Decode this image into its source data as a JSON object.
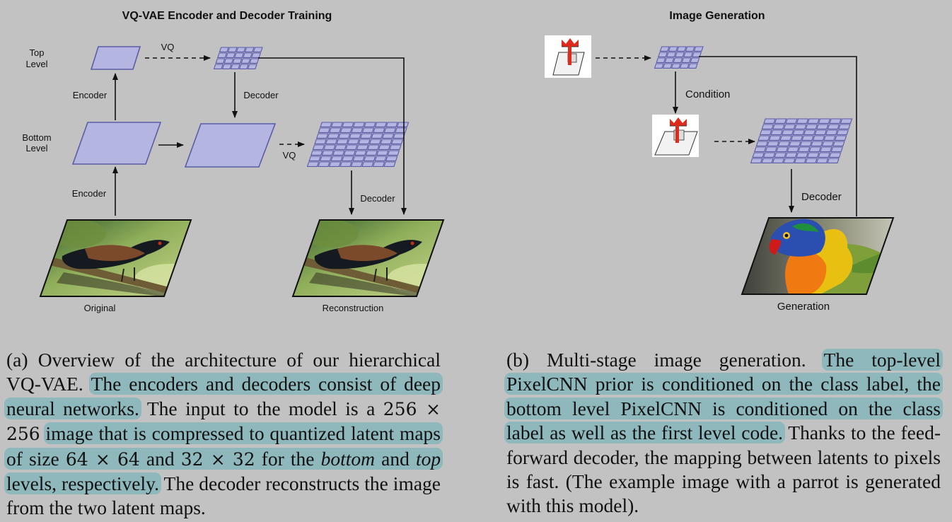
{
  "panel_a": {
    "title": "VQ-VAE Encoder and Decoder Training",
    "top_level_label": [
      "Top",
      "Level"
    ],
    "bottom_level_label": [
      "Bottom",
      "Level"
    ],
    "vq_top": "VQ",
    "vq_bottom": "VQ",
    "encoder_top": "Encoder",
    "encoder_bottom": "Encoder",
    "decoder_top": "Decoder",
    "decoder_bottom": "Decoder",
    "original_label": "Original",
    "reconstruction_label": "Reconstruction"
  },
  "panel_b": {
    "title": "Image Generation",
    "condition_label": "Condition",
    "decoder_label": "Decoder",
    "generation_label": "Generation"
  },
  "caption_a": {
    "lead": "(a) Overview of the architecture of our hierarchical VQ-VAE.",
    "hl1": "The encoders and decoders consist of deep neural networks.",
    "p2": "The input to the model is a",
    "m1": "256 × 256",
    "p3": "image that is compressed to quantized latent maps of size",
    "m2": "64 × 64",
    "p4": "and",
    "m3": "32 × 32",
    "p5": "for the",
    "i1": "bottom",
    "p6": "and",
    "i2": "top",
    "p7": "levels, respectively.",
    "tail": "The decoder reconstructs the image from the two latent maps."
  },
  "caption_b": {
    "lead": "(b) Multi-stage image generation.",
    "hl1": "The top-level PixelCNN prior is conditioned on the class label, the bottom level PixelCNN is conditioned on the class label as well as the first level code.",
    "tail": "Thanks to the feed-forward decoder, the mapping between latents to pixels is fast. (The example image with a parrot is generated with this model)."
  },
  "colors": {
    "background": "#c2c2c2",
    "block_fill": "#b5b5e2",
    "block_stroke": "#5c5ca8",
    "highlight": "#8fb8bd",
    "pixelcnn_red": "#e02a1c"
  }
}
